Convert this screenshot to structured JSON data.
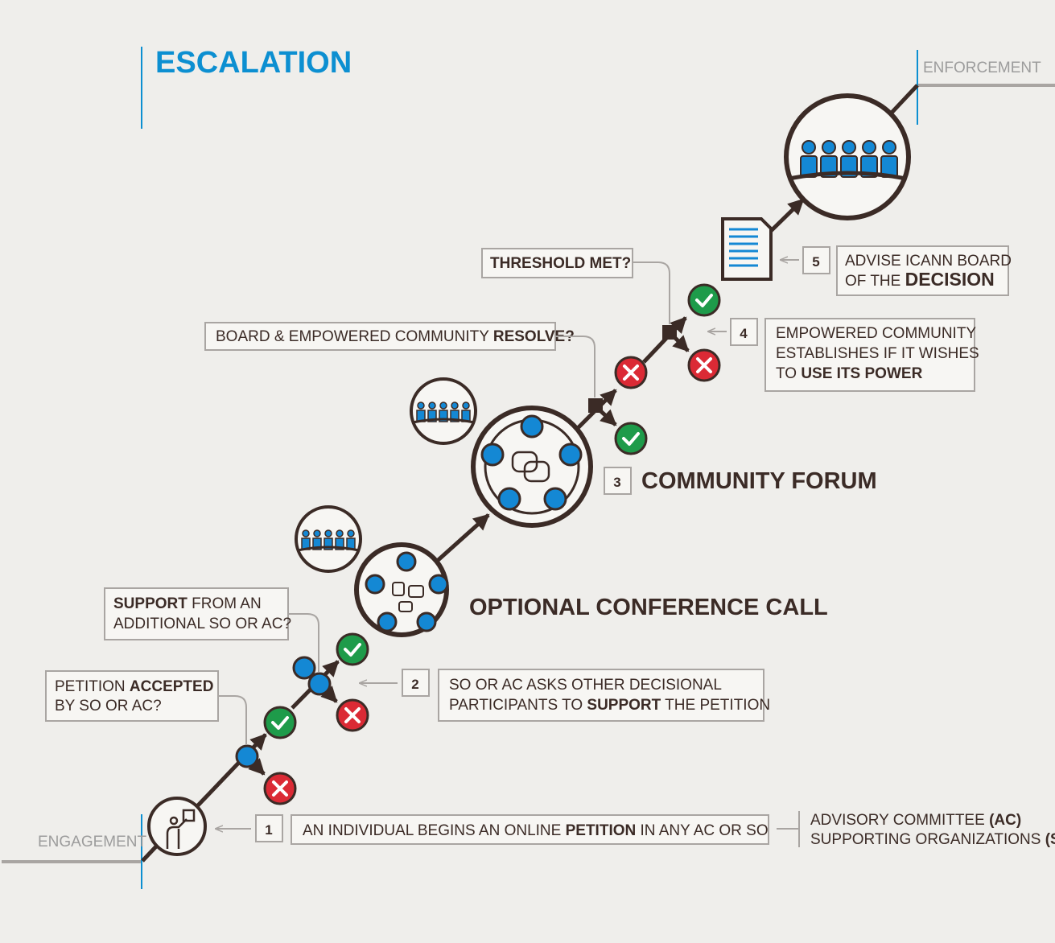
{
  "title": "ESCALATION",
  "edges": {
    "start": "ENGAGEMENT",
    "end": "ENFORCEMENT"
  },
  "stages": {
    "conference": "OPTIONAL CONFERENCE CALL",
    "forum": "COMMUNITY FORUM"
  },
  "steps": [
    {
      "number": "1",
      "parts": [
        "AN INDIVIDUAL BEGINS AN ONLINE ",
        "PETITION",
        " IN ANY AC OR SO"
      ]
    },
    {
      "number": "2",
      "line1": "SO OR AC ASKS OTHER DECISIONAL",
      "line2": [
        "PARTICIPANTS TO ",
        "SUPPORT",
        " THE PETITION"
      ]
    },
    {
      "number": "3"
    },
    {
      "number": "4",
      "line1": "EMPOWERED COMMUNITY",
      "line2": "ESTABLISHES IF IT WISHES",
      "line3": [
        "TO ",
        "USE ITS POWER"
      ]
    },
    {
      "number": "5",
      "line1": "ADVISE ICANN BOARD",
      "line2": [
        "OF THE ",
        "DECISION"
      ]
    }
  ],
  "questions": {
    "accepted": {
      "line1": [
        "PETITION ",
        "ACCEPTED"
      ],
      "line2": "BY SO OR AC?"
    },
    "support": {
      "line1": [
        "SUPPORT",
        " FROM AN"
      ],
      "line2": "ADDITIONAL SO OR AC?"
    },
    "resolve": [
      "BOARD & EMPOWERED COMMUNITY ",
      "RESOLVE?"
    ],
    "threshold": "THRESHOLD MET?"
  },
  "legend": {
    "line1": [
      "ADVISORY COMMITTEE ",
      "(AC)"
    ],
    "line2": [
      "SUPPORTING ORGANIZATIONS ",
      "(SO)"
    ]
  },
  "colors": {
    "title": "#0c8fd1",
    "path": "#3b2b26",
    "node": "#1488d4",
    "accept": "#1e9b4a",
    "reject": "#db2a35",
    "background": "#efeeeb"
  }
}
